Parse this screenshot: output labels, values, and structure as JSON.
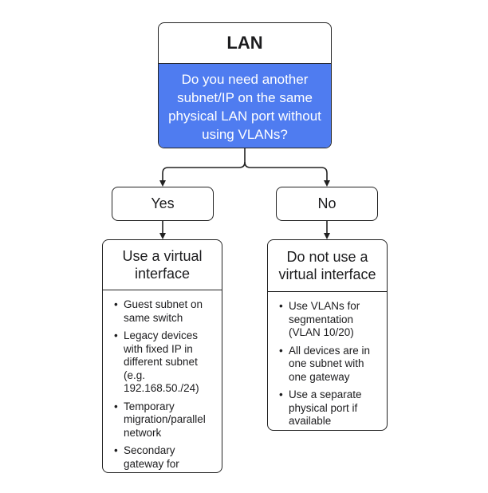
{
  "root": {
    "title": "LAN",
    "question": "Do you need another subnet/IP on the same physical LAN port without using VLANs?",
    "question_color": "#4f7cf0"
  },
  "choices": {
    "yes": "Yes",
    "no": "No"
  },
  "results": {
    "yes": {
      "title": "Use a virtual interface",
      "items": [
        "Guest subnet on same switch",
        "Legacy devices with fixed IP in different subnet (e.g. 192.168.50./24)",
        "Temporary migration/parallel network",
        "Secondary gateway for printers/CCTV IoT"
      ]
    },
    "no": {
      "title": "Do not use a virtual interface",
      "items": [
        "Use VLANs for segmentation (VLAN 10/20)",
        "All devices are in one subnet with one gateway",
        "Use a separate physical port if available"
      ]
    }
  }
}
